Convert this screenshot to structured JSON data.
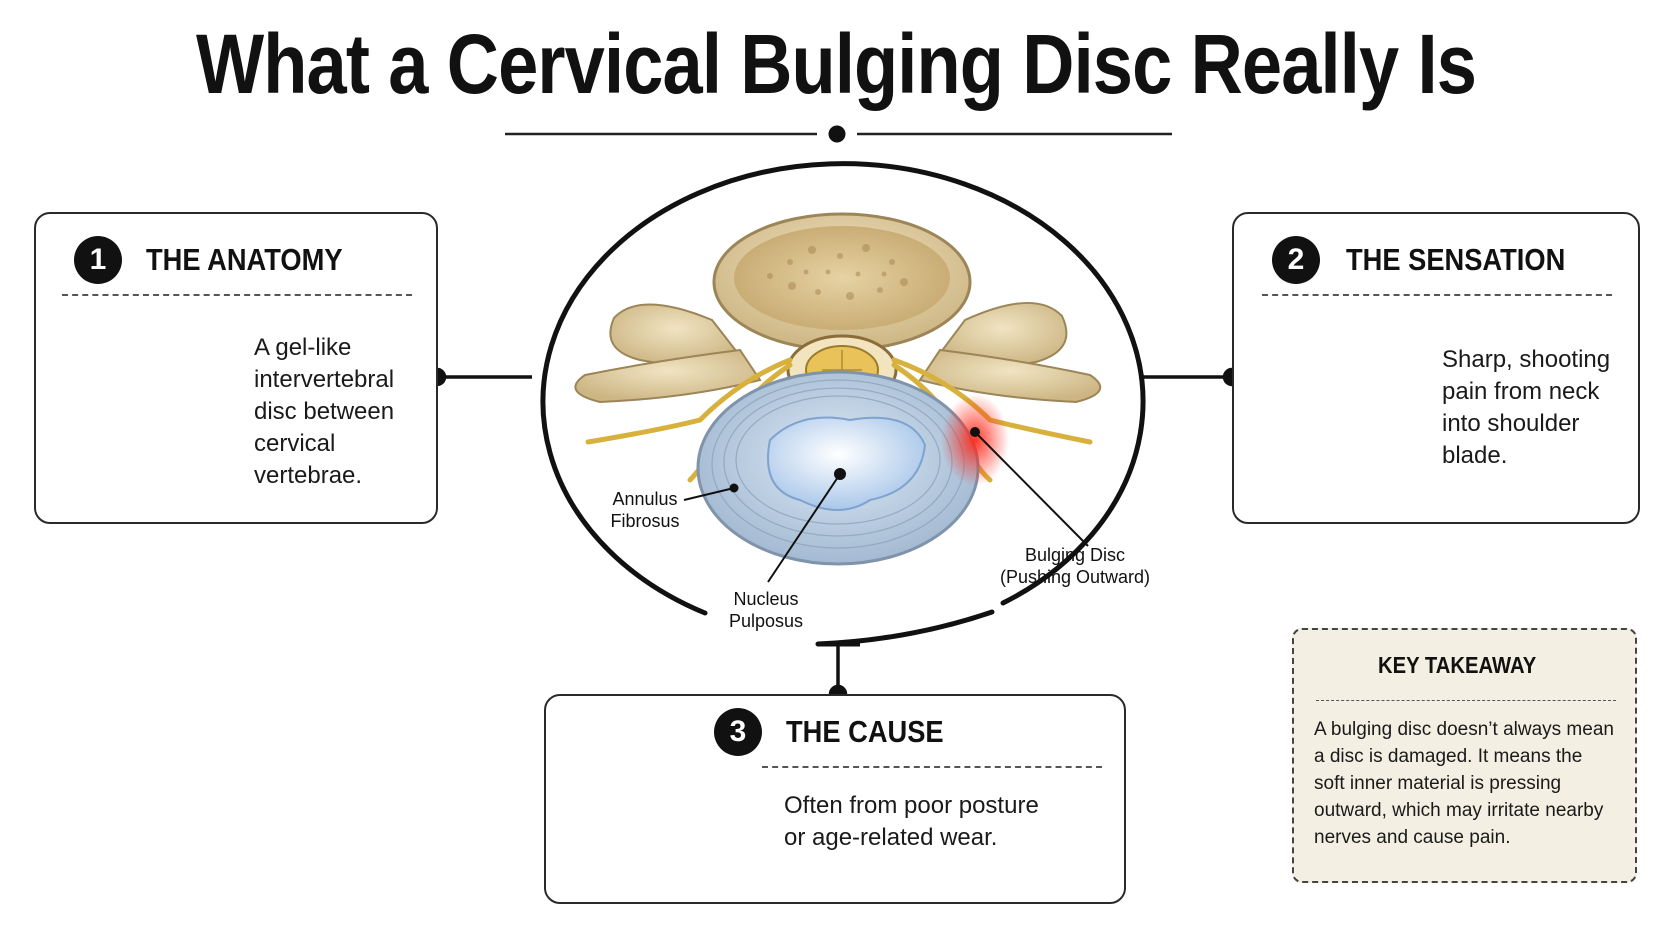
{
  "title": "What a Cervical Bulging Disc Really Is",
  "diagram": {
    "labels": {
      "annulus": [
        "Annulus",
        "Fibrosus"
      ],
      "nucleus": [
        "Nucleus",
        "Pulposus"
      ],
      "bulging": [
        "Bulging Disc",
        "(Pushing Outward)"
      ]
    }
  },
  "cards": {
    "anatomy": {
      "number": "1",
      "title": "THE ANATOMY",
      "lines": [
        "A gel-like",
        "intervertebral",
        "disc between",
        "cervical",
        "vertebrae."
      ]
    },
    "sensation": {
      "number": "2",
      "title": "THE SENSATION",
      "lines": [
        "Sharp, shooting",
        "pain from neck",
        "into shoulder",
        "blade."
      ]
    },
    "cause": {
      "number": "3",
      "title": "THE CAUSE",
      "lines": [
        "Often from poor posture",
        "or age-related wear."
      ]
    }
  },
  "takeaway": {
    "icon": "!",
    "title": "KEY TAKEAWAY",
    "lines": [
      "A bulging disc doesn’t always mean",
      "a disc is damaged. It means the",
      "soft inner material is pressing",
      "outward, which may irritate nearby",
      "nerves and cause pain."
    ]
  },
  "colors": {
    "bone": "#e7d7b0",
    "disc": "#b9cfe6",
    "nerve": "#d9b33a",
    "inflammation": "#e8342c",
    "ink": "#111111"
  }
}
